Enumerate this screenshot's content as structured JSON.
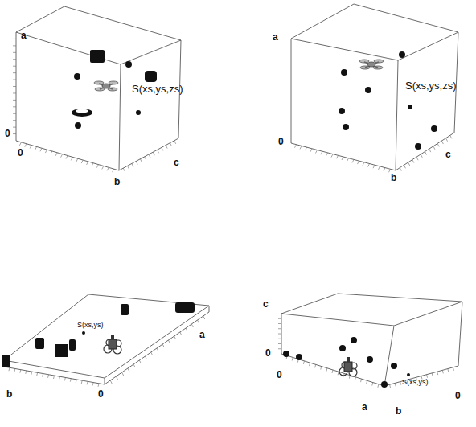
{
  "diagram": {
    "labels": [
      "a",
      "0",
      "0",
      "b",
      "c",
      "S(xs,ys,zs)",
      "a",
      "0",
      "b",
      "c",
      "S(xs,ys,zs)",
      "S(xs,ys)",
      "a",
      "b",
      "0",
      "c",
      "0",
      "0",
      "a",
      "b",
      "0",
      "S(xs,ys)"
    ]
  }
}
